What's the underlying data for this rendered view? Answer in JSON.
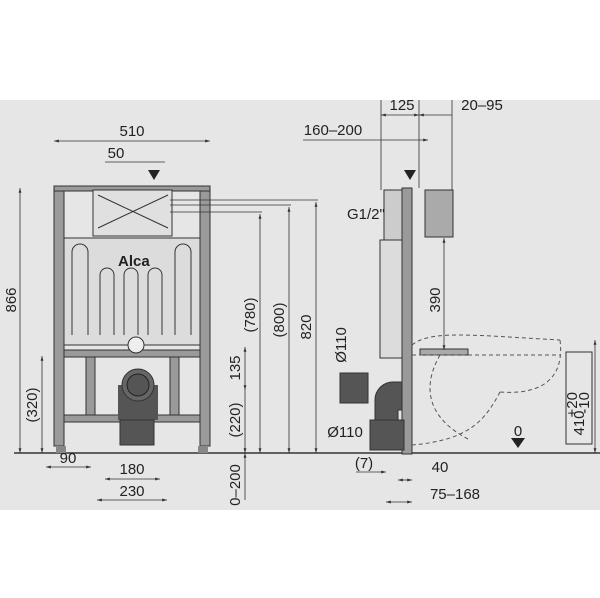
{
  "front_view": {
    "width_total": "510",
    "offset_inlet": "50",
    "height_total": "866",
    "height_bracket": "(320)",
    "height_780": "(780)",
    "height_800": "(800)",
    "height_820": "820",
    "dim_135": "135",
    "dim_220": "(220)",
    "dim_floor": "0–200",
    "dim_90": "90",
    "dim_180": "180",
    "dim_230": "230",
    "logo": "Alca"
  },
  "side_view": {
    "dim_125": "125",
    "dim_20_95": "20–95",
    "dim_160_200": "160–200",
    "thread": "G1/2\"",
    "pipe_upper": "Ø110",
    "pipe_lower": "Ø110",
    "dim_390": "390",
    "dim_410": "410",
    "tol_plus": "+20",
    "tol_minus": "-10",
    "zero": "0",
    "dim_7": "(7)",
    "dim_40": "40",
    "dim_75_168": "75–168"
  },
  "colors": {
    "background": "#e6e6e6",
    "frame": "#9a9a9a",
    "line": "#333333"
  }
}
